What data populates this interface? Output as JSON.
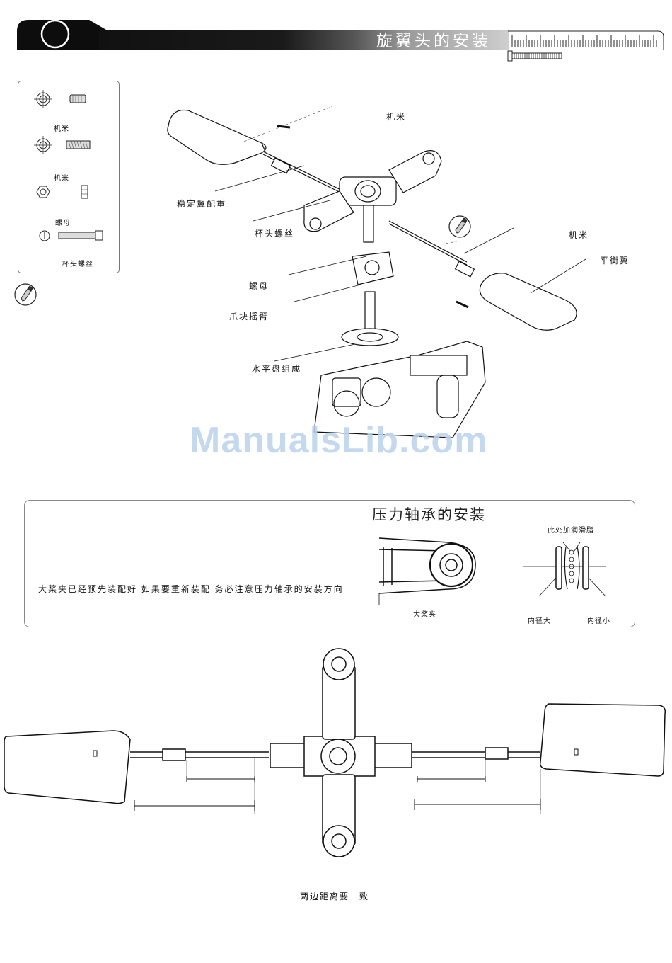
{
  "header": {
    "title": "旋翼头的安装"
  },
  "parts_list": [
    {
      "label": "机米"
    },
    {
      "label": "机米"
    },
    {
      "label": "螺母"
    },
    {
      "label": "杯头螺丝"
    }
  ],
  "diagram_labels": {
    "jimi_top": "机米",
    "stabilizer_weight": "稳定翼配重",
    "cup_screw": "杯头螺丝",
    "nut": "螺母",
    "claw_arm": "爪块摇臂",
    "swashplate": "水平盘组成",
    "jimi_right": "机米",
    "flybar_paddle": "平衡翼"
  },
  "watermark": "ManualsLib.com",
  "bearing_section": {
    "title": "压力轴承的安装",
    "note": "大桨夹已经预先装配好 如果要重新装配 务必注意压力轴承的安装方向",
    "blade_grip_label": "大桨夹",
    "grease_label": "此处加润滑脂",
    "large_id_label": "内径大",
    "small_id_label": "内径小"
  },
  "bottom_section": {
    "caption": "两边距离要一致"
  }
}
